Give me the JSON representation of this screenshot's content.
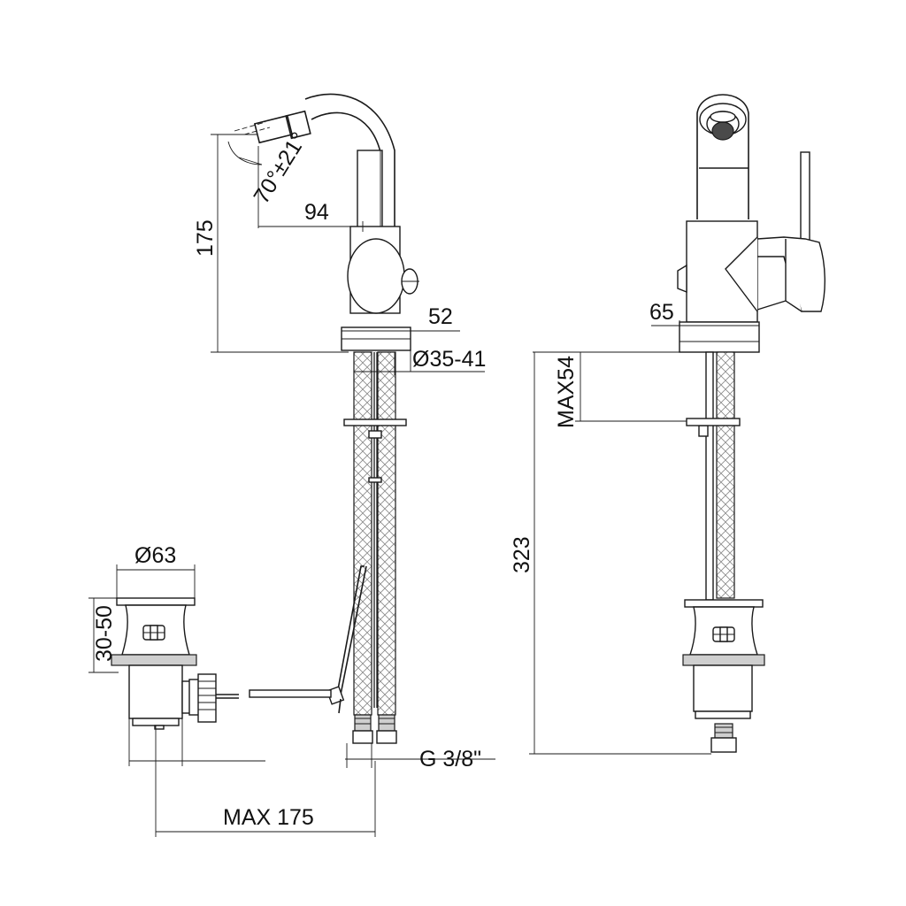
{
  "drawing": {
    "line_color": "#1a1a1a",
    "background": "#ffffff",
    "dimensions": {
      "spout_angle": "70°±21°",
      "spout_reach": "94",
      "height": "175",
      "base_width_front": "52",
      "hole_diameter": "Ø35-41",
      "base_width_side": "65",
      "max_deck_thickness": "MAX54",
      "hose_length": "323",
      "waste_diameter": "Ø63",
      "waste_range": "30-50",
      "max_reach": "MAX 175",
      "connection": "G 3/8\""
    }
  }
}
